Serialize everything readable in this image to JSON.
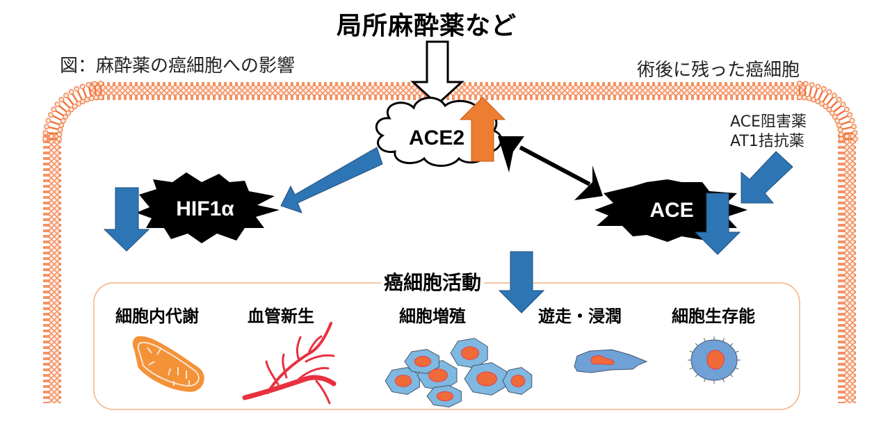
{
  "title": "局所麻酔薬など",
  "caption": "図：麻酔薬の癌細胞への影響",
  "cell_label": "術後に残った癌細胞",
  "drugs": {
    "line1": "ACE阻害薬",
    "line2": "AT1拮抗薬"
  },
  "nodes": {
    "ace2": "ACE2",
    "hif1a": "HIF1α",
    "ace": "ACE"
  },
  "effects": {
    "ace2": "up",
    "hif1a": "down",
    "ace": "down",
    "cancer_activity": "down"
  },
  "activity": {
    "title": "癌細胞活動",
    "items": [
      {
        "label": "細胞内代謝",
        "icon": "mitochondria-icon"
      },
      {
        "label": "血管新生",
        "icon": "blood-vessel-icon"
      },
      {
        "label": "細胞増殖",
        "icon": "proliferating-cells-icon"
      },
      {
        "label": "遊走・浸潤",
        "icon": "migrating-cell-icon"
      },
      {
        "label": "細胞生存能",
        "icon": "viable-cell-icon"
      }
    ]
  },
  "colors": {
    "membrane": "#f07840",
    "membrane_head_fill": "#fde4d6",
    "down_arrow": "#2e75b6",
    "up_arrow": "#ed7d31",
    "box_border": "#f4b183",
    "mito_fill": "#f39237",
    "vessel": "#e8303f",
    "cell_fill": "#7fb8e0",
    "nucleus": "#f06a3a"
  }
}
